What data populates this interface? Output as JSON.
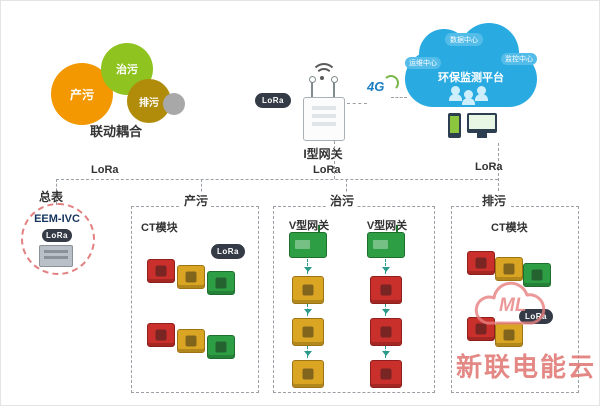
{
  "diagram": {
    "gears": {
      "caption": "联动耦合",
      "items": [
        {
          "label": "产污",
          "color": "#f39800"
        },
        {
          "label": "治污",
          "color": "#8fc31f"
        },
        {
          "label": "排污",
          "color": "#b08c0a"
        }
      ]
    },
    "gateway": {
      "label": "I型网关",
      "lora": "LoRa"
    },
    "network": {
      "label": "4G"
    },
    "cloud": {
      "title": "环保监测平台",
      "color": "#29abe2",
      "nodes": [
        "数据中心",
        "运维中心",
        "监控中心"
      ]
    },
    "bus": {
      "labels": [
        "LoRa",
        "LoRa",
        "LoRa"
      ]
    },
    "meter": {
      "caption": "总表",
      "name": "EEM-IVC",
      "lora": "LoRa"
    },
    "groups": [
      {
        "label": "产污",
        "device_label": "CT模块",
        "lora": "LoRa",
        "modules": [
          [
            "red",
            "yellow",
            "green"
          ],
          [
            "red",
            "yellow",
            "green"
          ]
        ]
      },
      {
        "label": "治污",
        "columns": [
          {
            "gateway": "V型网关",
            "modules": [
              "yellow",
              "yellow",
              "yellow"
            ]
          },
          {
            "gateway": "V型网关",
            "modules": [
              "red",
              "red",
              "red"
            ]
          }
        ]
      },
      {
        "label": "排污",
        "device_label": "CT模块",
        "lora": "LoRa",
        "modules": [
          [
            "red",
            "yellow",
            "green"
          ],
          [
            "red",
            "yellow"
          ]
        ]
      }
    ],
    "watermark": {
      "logo": "ML",
      "text": "新联电能云",
      "color": "#dd6b66"
    },
    "colors": {
      "module_red": "#c9302c",
      "module_yellow": "#d9a522",
      "module_green": "#2e9e44",
      "cloud_blue": "#29abe2",
      "line_gray": "#9aa0a6",
      "arrow_teal": "#2a9a8a"
    }
  }
}
